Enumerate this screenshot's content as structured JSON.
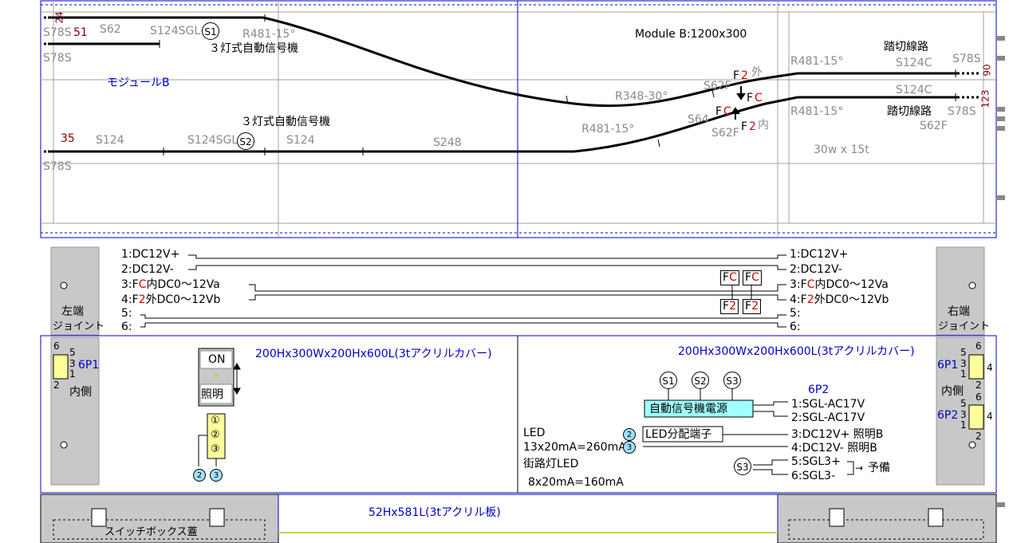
{
  "module": {
    "title": "Module B:1200x300",
    "jp_title": "モジュールB",
    "signal_label_upper": "３灯式自動信号機",
    "signal_label_lower": "３灯式自動信号機",
    "crossing_upper": "踏切線路",
    "crossing_lower": "踏切線路",
    "size_note": "30w x 15t"
  },
  "track_labels": {
    "s78s_a": "S78S",
    "s78s_b": "S78S",
    "s78s_c": "S78S",
    "s78s_d": "S78S",
    "s78s_e": "S78S",
    "s62": "S62",
    "s124sgl_1": "S124SGL",
    "r481_a": "R481-15°",
    "s124_a": "S124",
    "s124sgl_2": "S124SGL",
    "s124_b": "S124",
    "s248": "S248",
    "r348": "R348-30°",
    "r481_b": "R481-15°",
    "s62f_a": "S62F",
    "s64": "S64",
    "s62f_b": "S62F",
    "r481_c": "R481-15°",
    "r481_d": "R481-15°",
    "s124c_a": "S124C",
    "s124c_b": "S124C",
    "s62f_c": "S62F",
    "num_24": "24",
    "num_51": "51",
    "num_35": "35",
    "num_90": "90",
    "num_123": "123",
    "s1": "S1",
    "s2": "S2",
    "f2_outer_f": "F",
    "f2_outer_2": "2",
    "f2_outer_txt": "外",
    "fc_upper_f": "F",
    "fc_upper_c": "C",
    "fc_lower_f": "F",
    "fc_lower_c": "C",
    "f2_inner_f": "F",
    "f2_inner_2": "2",
    "f2_inner_txt": "内"
  },
  "wiring": {
    "left_rows": [
      {
        "n": "1:",
        "pre": "DC12V",
        "red": "",
        "post": "+"
      },
      {
        "n": "2:",
        "pre": "DC12V",
        "red": "",
        "post": "-"
      },
      {
        "n": "3:",
        "pre": "F",
        "red": "C",
        "post": "内DC0～12Va"
      },
      {
        "n": "4:",
        "pre": "F",
        "red": "2",
        "post": "外DC0～12Vb"
      },
      {
        "n": "5:",
        "pre": "",
        "red": "",
        "post": ""
      },
      {
        "n": "6:",
        "pre": "",
        "red": "",
        "post": ""
      }
    ],
    "right_rows": [
      {
        "n": "1:",
        "pre": "DC12V",
        "red": "",
        "post": "+"
      },
      {
        "n": "2:",
        "pre": "DC12V",
        "red": "",
        "post": "-"
      },
      {
        "n": "3:",
        "pre": "F",
        "red": "C",
        "post": "内DC0～12Va"
      },
      {
        "n": "4:",
        "pre": "F",
        "red": "2",
        "post": "外DC0～12Vb"
      },
      {
        "n": "5:",
        "pre": "",
        "red": "",
        "post": ""
      },
      {
        "n": "6:",
        "pre": "",
        "red": "",
        "post": ""
      }
    ],
    "fc_box_f": "F",
    "fc_box_c": "C",
    "f2_box_f": "F",
    "f2_box_2": "2",
    "left_joint": "左端",
    "left_joint2": "ジョイント",
    "right_joint": "右端",
    "right_joint2": "ジョイント"
  },
  "switchbox": {
    "cover_left": "200Hx300Wx200Hx600L(3tアクリルカバー)",
    "cover_right": "200Hx300Wx200Hx600L(3tアクリルカバー)",
    "on_label": "ON",
    "light_label": "照明",
    "p1_label": "6P1",
    "p1_inside": "内側",
    "p1_pins": [
      "6",
      "5",
      "3",
      "1",
      "2"
    ],
    "rp1_label": "6P1",
    "rp_inside": "内側",
    "rp2_label": "6P2",
    "rp1_pins": [
      "6",
      "5",
      "3",
      "1",
      "2",
      "4"
    ],
    "rp2_pins": [
      "6",
      "5",
      "3",
      "1",
      "2",
      "4"
    ],
    "term_1": "①",
    "term_2": "②",
    "term_3": "③",
    "p2_label": "6P2",
    "sig_power": "自動信号機電源",
    "s1": "S1",
    "s2": "S2",
    "s3": "S3",
    "s3b": "S3",
    "led_title": "LED",
    "led_calc": "13x20mA=260mA",
    "street_led": "街路灯LED",
    "street_calc": "8x20mA=160mA",
    "led_terminal": "LED分配端子",
    "circ2": "2",
    "circ3": "3",
    "rows": [
      "1:SGL-AC17V",
      "2:SGL-AC17V",
      "3:DC12V+ 照明B",
      "4:DC12V- 照明B",
      "5:SGL3+",
      "6:SGL3-"
    ],
    "spare": "予備",
    "board": "52Hx581L(3tアクリル板)",
    "box_lid": "スイッチボックス蓋"
  },
  "colors": {
    "blue": "#0000c8",
    "red": "#d00000",
    "gray_panel": "#c8c8c8",
    "cyan_box": "#a0ffff",
    "yellow_box": "#ffff99"
  }
}
